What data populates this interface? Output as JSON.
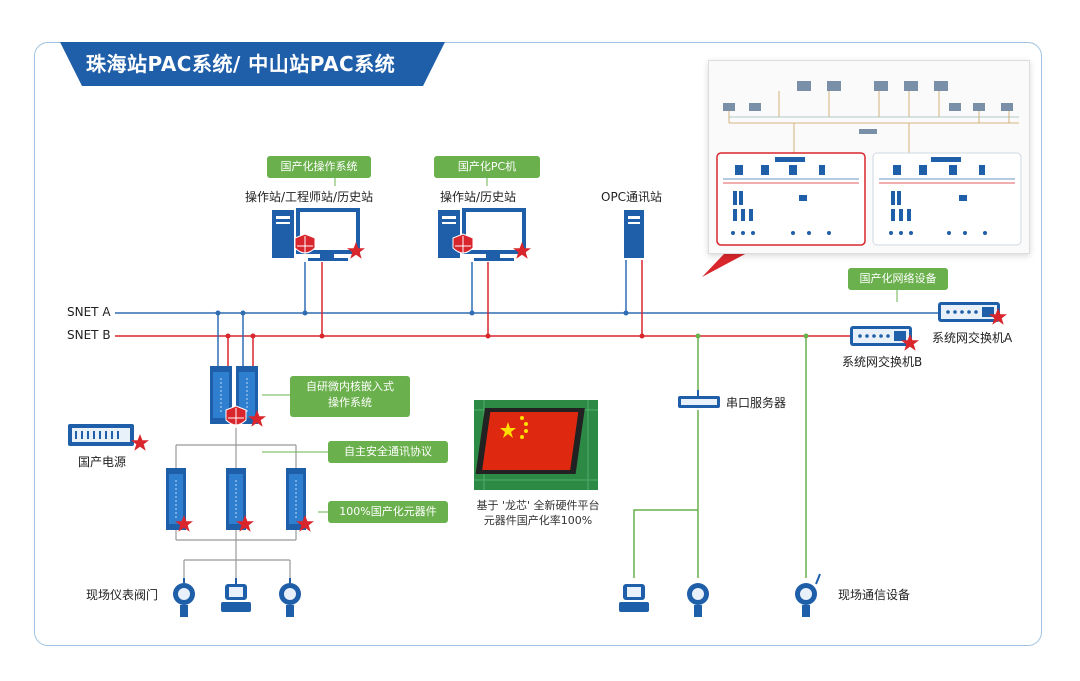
{
  "title": "珠海站PAC系统/ 中山站PAC系统",
  "bus": {
    "a": "SNET A",
    "b": "SNET B"
  },
  "tags": {
    "os": "国产化操作系统",
    "pc": "国产化PC机",
    "network": "国产化网络设备",
    "kernel_line1": "自研微内核嵌入式",
    "kernel_line2": "操作系统",
    "protocol": "自主安全通讯协议",
    "components": "100%国产化元器件"
  },
  "labels": {
    "station1": "操作站/工程师站/历史站",
    "station2": "操作站/历史站",
    "opc": "OPC通讯站",
    "switch_a": "系统网交换机A",
    "switch_b": "系统网交换机B",
    "serial": "串口服务器",
    "power": "国产电源",
    "field_instruments": "现场仪表阀门",
    "field_comm": "现场通信设备"
  },
  "caption": {
    "line1": "基于 '龙芯' 全新硬件平台",
    "line2": "元器件国产化率100%"
  },
  "colors": {
    "bus_a": "#2e6db4",
    "bus_b": "#d9262c",
    "green": "#6ab04c",
    "device_blue": "#1f5ea8",
    "star": "#d9262c"
  }
}
